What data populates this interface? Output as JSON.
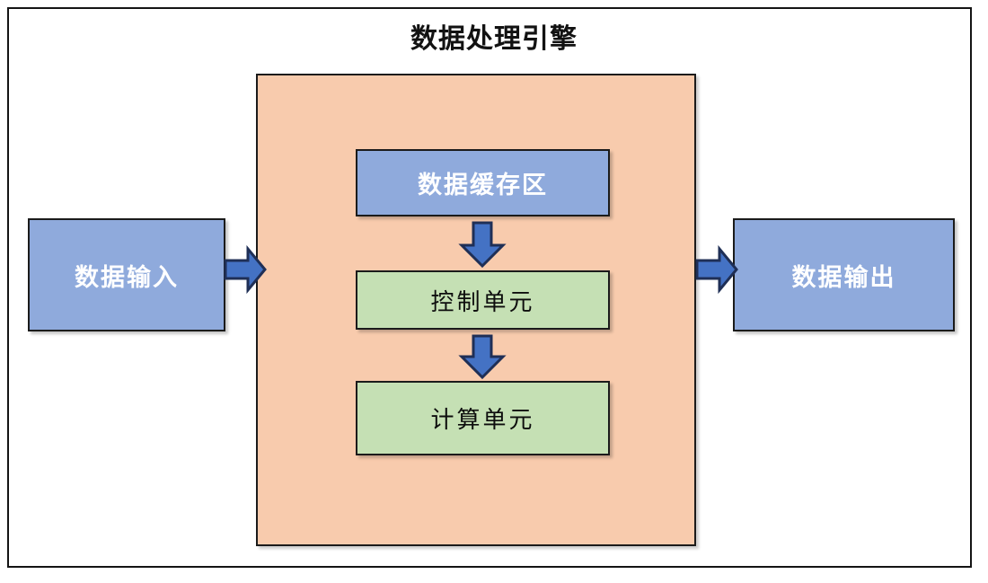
{
  "diagram": {
    "title": "数据处理引擎",
    "colors": {
      "container_fill": "#F8CBAD",
      "blue_box_fill": "#8FAADC",
      "green_box_fill": "#C5E0B4",
      "arrow_fill": "#4472C4",
      "arrow_outline": "#1F2F56",
      "border": "#1b1b1b",
      "frame": "#141414",
      "blue_box_text": "#FFFFFF",
      "green_box_text": "#0d0d0d",
      "title_text": "#121212"
    },
    "nodes": {
      "input": {
        "label": "数据输入",
        "style": "blue"
      },
      "output": {
        "label": "数据输出",
        "style": "blue"
      },
      "engine": {
        "label": "数据处理引擎",
        "style": "container"
      },
      "cache": {
        "label": "数据缓存区",
        "style": "blue"
      },
      "control": {
        "label": "控制单元",
        "style": "green"
      },
      "compute": {
        "label": "计算单元",
        "style": "green"
      }
    },
    "arrows": [
      {
        "name": "input-to-engine",
        "direction": "right",
        "from": "数据输入",
        "to": "数据处理引擎"
      },
      {
        "name": "engine-to-output",
        "direction": "right",
        "from": "数据处理引擎",
        "to": "数据输出"
      },
      {
        "name": "cache-to-control",
        "direction": "down",
        "from": "数据缓存区",
        "to": "控制单元"
      },
      {
        "name": "control-to-compute",
        "direction": "down",
        "from": "控制单元",
        "to": "计算单元"
      }
    ]
  }
}
